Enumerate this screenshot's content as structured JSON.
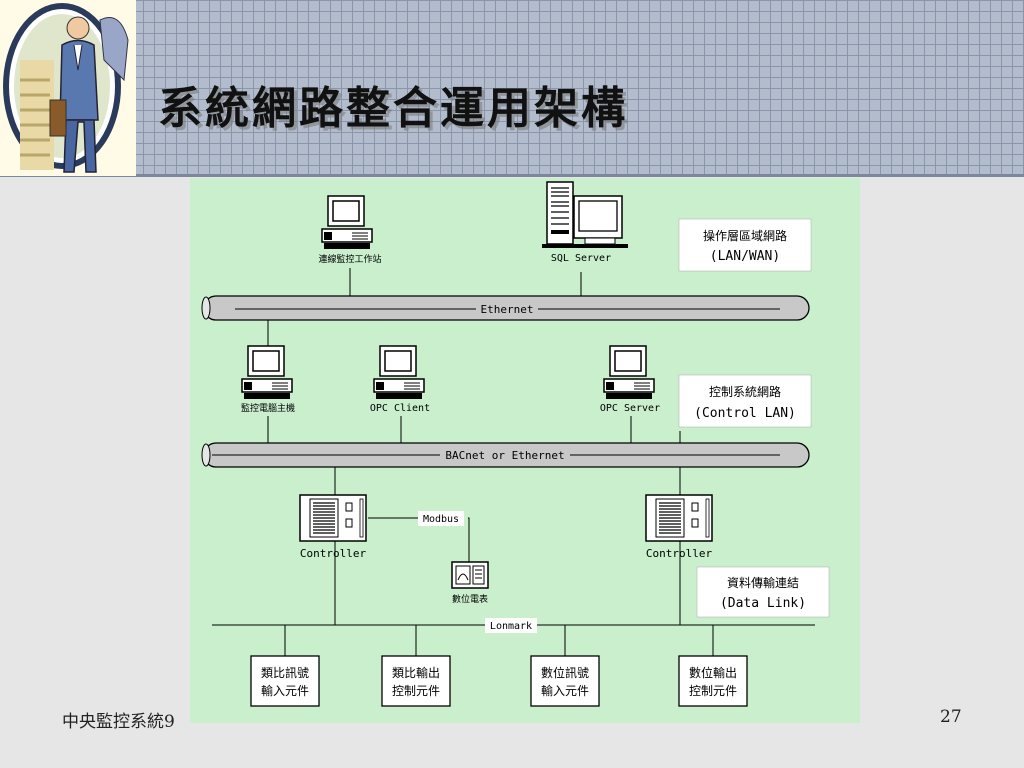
{
  "title": "系統網路整合運用架構",
  "footer": {
    "left": "中央監控系統9",
    "page": "27"
  },
  "layers": {
    "operation": {
      "line1": "操作層區域網路",
      "line2": "(LAN/WAN)"
    },
    "control": {
      "line1": "控制系統網路",
      "line2": "(Control LAN)"
    },
    "data": {
      "line1": "資料傳輸連結",
      "line2": "(Data Link)"
    }
  },
  "buses": {
    "ethernet": "Ethernet",
    "bacnet": "BACnet or Ethernet",
    "lonmark": "Lonmark"
  },
  "nodes": {
    "workstation": "連線監控工作站",
    "sql_server": "SQL Server",
    "monitor_host": "監控電腦主機",
    "opc_client": "OPC Client",
    "opc_server": "OPC Server",
    "controller1": "Controller",
    "controller2": "Controller",
    "modbus": "Modbus",
    "meter": "數位電表"
  },
  "io": [
    {
      "line1": "類比訊號",
      "line2": "輸入元件"
    },
    {
      "line1": "類比輸出",
      "line2": "控制元件"
    },
    {
      "line1": "數位訊號",
      "line2": "輸入元件"
    },
    {
      "line1": "數位輸出",
      "line2": "控制元件"
    }
  ],
  "colors": {
    "diagram_bg": "#c9efcd",
    "header_grid": "#b2bccc",
    "bus_fill": "#c8c8c8"
  }
}
